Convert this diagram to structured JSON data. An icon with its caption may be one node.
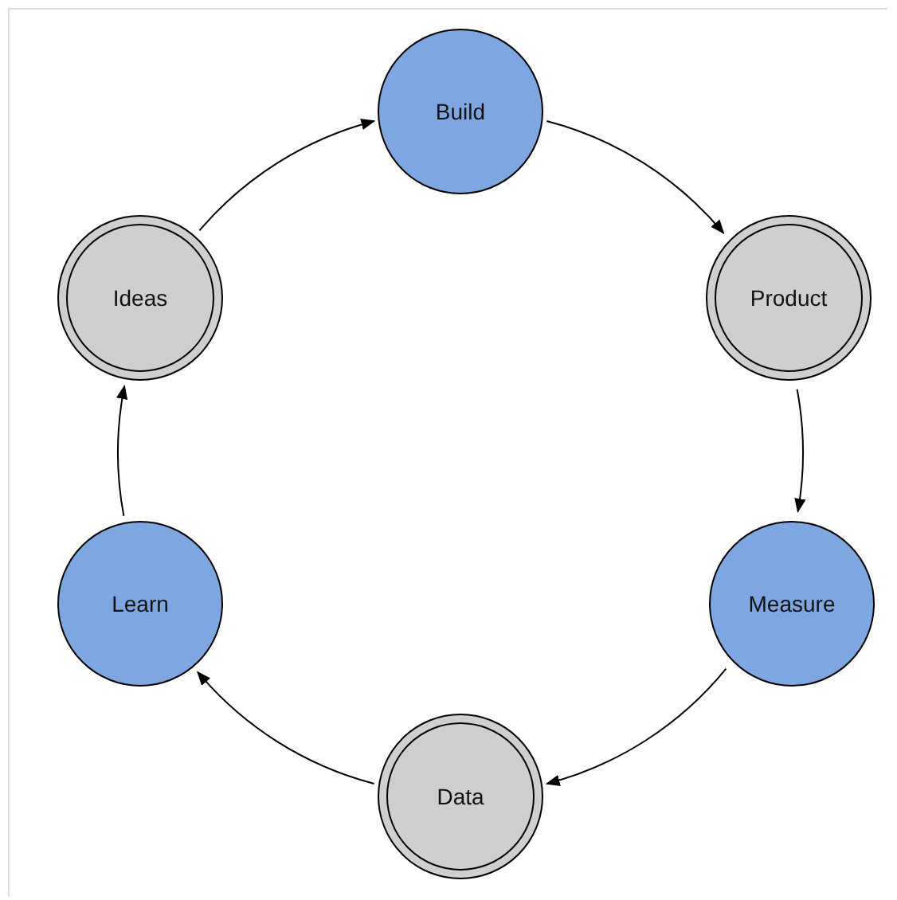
{
  "diagram": {
    "nodes": [
      {
        "text": [
          "Build"
        ]
      },
      {
        "text": [
          "Product"
        ]
      },
      {
        "text": [
          "Measure"
        ]
      },
      {
        "text": [
          "Data"
        ]
      },
      {
        "text": [
          "Learn"
        ]
      },
      {
        "text": [
          "Ideas"
        ]
      }
    ],
    "edges": [
      {
        "from": 0,
        "to": 1,
        "arrow": "to"
      },
      {
        "from": 1,
        "to": 2,
        "arrow": "to"
      },
      {
        "from": 2,
        "to": 3,
        "arrow": "to"
      },
      {
        "from": 3,
        "to": 4,
        "arrow": "to"
      },
      {
        "from": 4,
        "to": 5,
        "arrow": "to"
      },
      {
        "from": 5,
        "to": 0,
        "arrow": "to"
      }
    ]
  }
}
